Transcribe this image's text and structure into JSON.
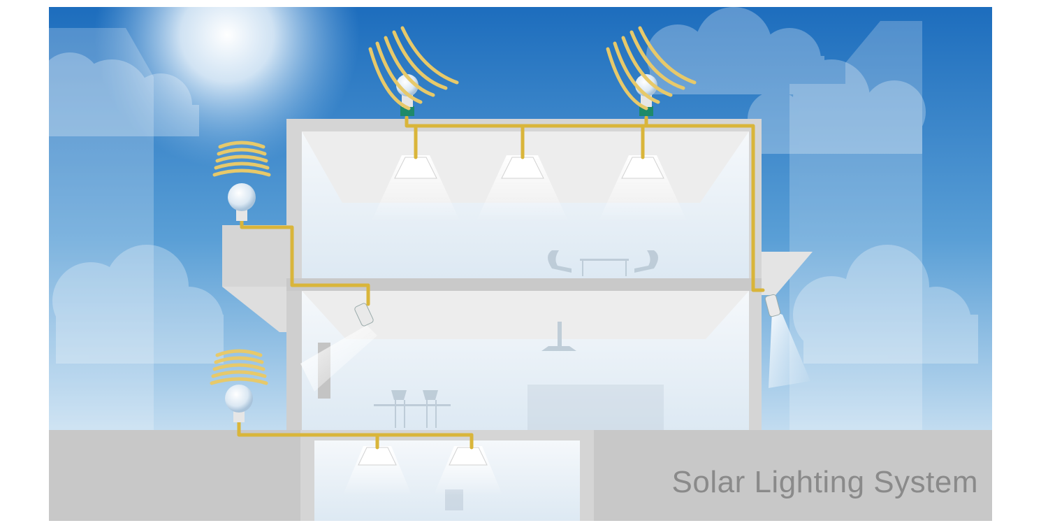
{
  "caption": "Solar Lighting System",
  "colors": {
    "sky_top": "#1f6fbe",
    "sky_bottom": "#bcd9ef",
    "building": "#d6d6d6",
    "interior": "#e8eef4",
    "wiring": "#d9b53a",
    "ground": "#c9c9c9"
  },
  "components": {
    "collectors": [
      "roof-collector-left",
      "roof-collector-right",
      "balcony-collector",
      "ground-collector"
    ],
    "ceiling_lights_upper": 3,
    "ceiling_lights_basement": 2,
    "wall_lights": 2
  }
}
